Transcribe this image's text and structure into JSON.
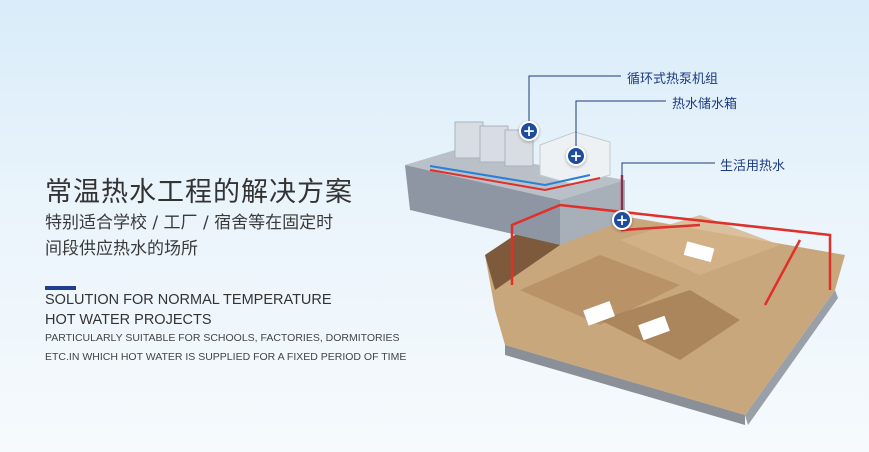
{
  "heading": {
    "title": "常温热水工程的解决方案",
    "sub1": "特别适合学校 / 工厂 / 宿舍等在固定时",
    "sub2": "间段供应热水的场所"
  },
  "english": {
    "line1": "SOLUTION FOR NORMAL TEMPERATURE",
    "line2": "HOT WATER PROJECTS",
    "line3": "PARTICULARLY SUITABLE FOR SCHOOLS, FACTORIES, DORMITORIES",
    "line4": "ETC.IN WHICH HOT WATER IS SUPPLIED FOR A FIXED PERIOD OF TIME"
  },
  "callouts": [
    {
      "label": "循环式热泵机组",
      "icon": "plus-icon"
    },
    {
      "label": "热水储水箱",
      "icon": "plus-icon"
    },
    {
      "label": "生活用热水",
      "icon": "plus-icon"
    }
  ],
  "colors": {
    "accent": "#1d4c9c",
    "pipe_hot": "#e0302a",
    "pipe_cold": "#2a7fd6"
  }
}
